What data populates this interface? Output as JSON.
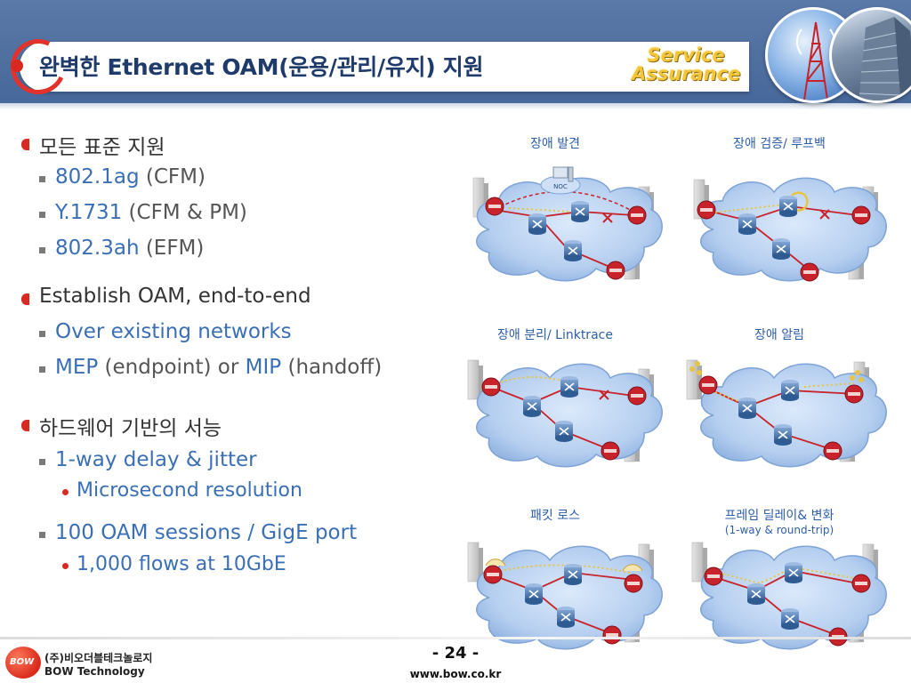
{
  "header": {
    "title": "완벽한 Ethernet OAM(운용/관리/유지) 지원",
    "brand_line1": "Service",
    "brand_line2": "Assurance"
  },
  "bullets": [
    {
      "text": "모든 표준 지원",
      "children": [
        {
          "main": "802.1ag",
          "suffix": " (CFM)"
        },
        {
          "main": "Y.1731",
          "suffix": " (CFM & PM)"
        },
        {
          "main": "802.3ah",
          "suffix": " (EFM)"
        }
      ]
    },
    {
      "text": "Establish OAM, end-to-end",
      "children": [
        {
          "main": "Over existing networks",
          "suffix": ""
        },
        {
          "main": "MEP",
          "suffix": " (endpoint) or ",
          "main2": "MIP",
          "suffix2": " (handoff)"
        }
      ]
    },
    {
      "text": "하드웨어 기반의 서능",
      "children": [
        {
          "main": "1-way delay & jitter",
          "suffix": "",
          "children": [
            "Microsecond resolution"
          ]
        },
        {
          "main": "100 OAM sessions / GigE port",
          "suffix": "",
          "children": [
            "1,000 flows at 10GbE"
          ]
        }
      ]
    }
  ],
  "diagrams": [
    {
      "caption": "장애 발견",
      "sub": "",
      "label": "NOC"
    },
    {
      "caption": "장애 검증/ 루프백",
      "sub": ""
    },
    {
      "caption": "장애 분리/ Linktrace",
      "sub": ""
    },
    {
      "caption": "장애 알림",
      "sub": ""
    },
    {
      "caption": "패킷 로스",
      "sub": ""
    },
    {
      "caption": "프레임 딜레이& 변화",
      "sub": "(1-way & round-trip)"
    }
  ],
  "footer": {
    "logo_mark": "BOW",
    "company_kr": "(주)비오더블테크놀로지",
    "company_en": "BOW Technology",
    "page": "- 24 -",
    "site": "www.bow.co.kr"
  },
  "colors": {
    "header_blue": "#4f6f9f",
    "accent_red": "#d62b22",
    "text_blue": "#3a6fb6",
    "caption_blue": "#2d5da8",
    "brand_gold": "#f3c63a"
  }
}
